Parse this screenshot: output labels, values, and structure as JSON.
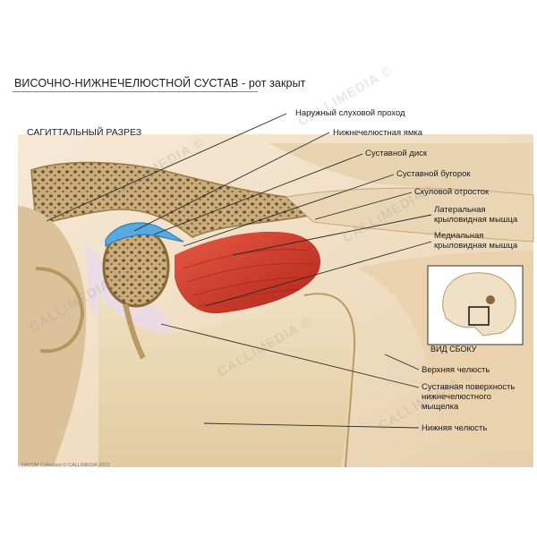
{
  "title": "ВИСОЧНО-НИЖНЕЧЕЛЮСТНОЙ СУСТАВ - рот закрыт",
  "section_label": "САГИТТАЛЬНЫЙ РАЗРЕЗ",
  "inset_label": "ВИД СБОКУ",
  "credit": "NATOM Collection © CALLIMEDIA 2012",
  "watermark": "CALLIMEDIA ©",
  "labels": [
    {
      "id": "external-auditory-meatus",
      "text": "Наружный слуховой проход"
    },
    {
      "id": "mandibular-fossa",
      "text": "Нижнечелюстная ямка"
    },
    {
      "id": "articular-disc",
      "text": "Суставной диск"
    },
    {
      "id": "articular-tubercle",
      "text": "Суставной бугорок"
    },
    {
      "id": "zygomatic-process",
      "text": "Скуловой отросток"
    },
    {
      "id": "lateral-pterygoid",
      "line1": "Латеральная",
      "line2": "крыловидная мышца"
    },
    {
      "id": "medial-pterygoid",
      "line1": "Медиальная",
      "line2": "крыловидная мышца"
    },
    {
      "id": "maxilla",
      "text": "Верхняя челюсть"
    },
    {
      "id": "condyle-surface",
      "line1": "Суставная поверхность",
      "line2": "нижнечелюстного",
      "line3": "мыщелка"
    },
    {
      "id": "mandible",
      "text": "Нижняя челюсть"
    }
  ],
  "colors": {
    "bone": "#c8ab78",
    "bone_dark": "#8a6a3a",
    "muscle": "#d63a2c",
    "disc": "#5aa8e0",
    "skin": "#f0dcc4",
    "cartilage": "#e8d8ec"
  }
}
